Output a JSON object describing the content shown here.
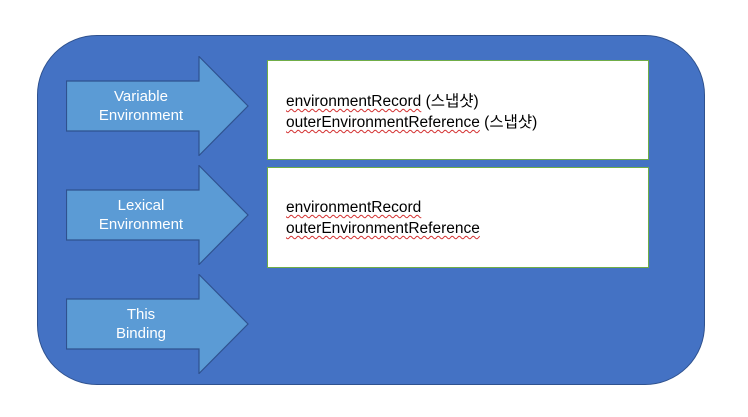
{
  "diagram": {
    "colors": {
      "container": "#4472c4",
      "arrow_fill": "#5b9bd5",
      "arrow_stroke": "#2f528f",
      "box_border": "#70ad47"
    },
    "arrows": [
      {
        "line1": "Variable",
        "line2": "Environment"
      },
      {
        "line1": "Lexical",
        "line2": "Environment"
      },
      {
        "line1": "This",
        "line2": "Binding"
      }
    ],
    "boxes": [
      {
        "lines": [
          {
            "term": "environmentRecord",
            "suffix": " (스냅샷)"
          },
          {
            "term": "outerEnvironmentReference",
            "suffix": " (스냅샷)"
          }
        ]
      },
      {
        "lines": [
          {
            "term": "environmentRecord",
            "suffix": ""
          },
          {
            "term": "outerEnvironmentReference",
            "suffix": ""
          }
        ]
      }
    ]
  }
}
